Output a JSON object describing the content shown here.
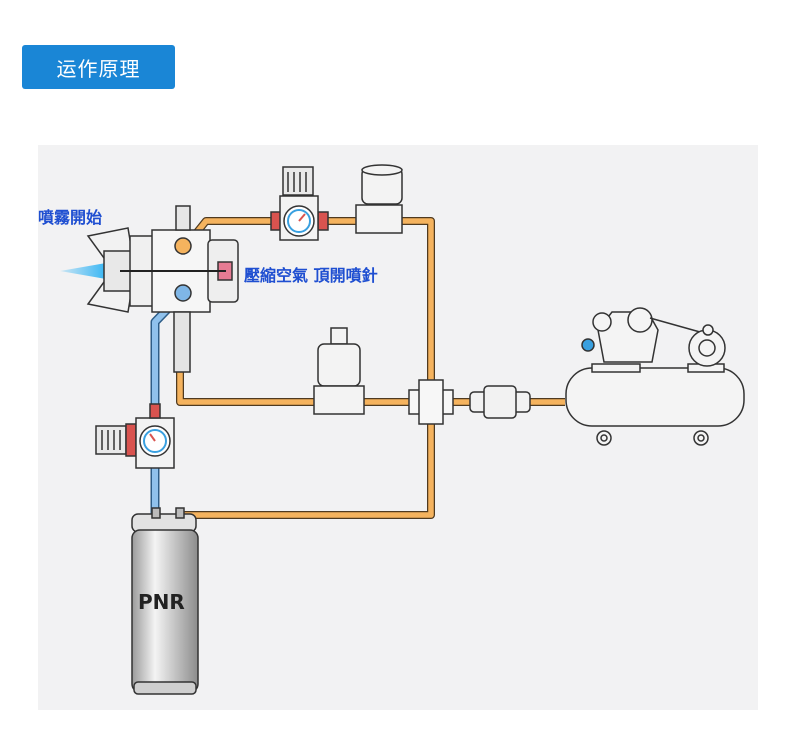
{
  "header": {
    "title": "运作原理"
  },
  "labels": {
    "spray_start": "噴霧開始",
    "compressed_air": "壓縮空氣 頂開噴針"
  },
  "tank": {
    "brand": "PNR"
  },
  "colors": {
    "badge": "#1a86d6",
    "air_line": "#f5b35e",
    "fluid_line": "#7fb6e6",
    "spray": "#38b6f4",
    "label_text": "#1f4fd1"
  },
  "icons": [
    "spray-nozzle-icon",
    "pressure-gauge-icon",
    "solenoid-valve-icon",
    "air-compressor-icon",
    "pressure-tank-icon",
    "air-filter-icon"
  ]
}
